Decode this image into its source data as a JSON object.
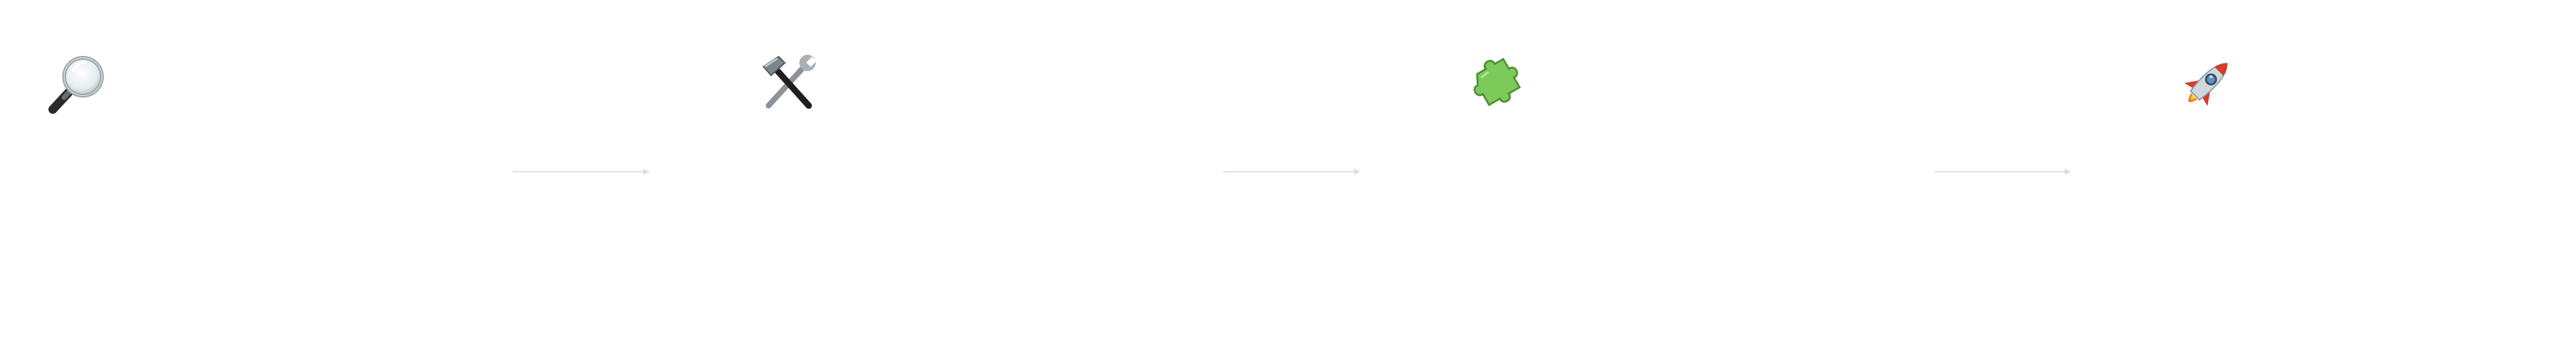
{
  "steps": [
    {
      "id": 1,
      "icon": "magnifying-glass-icon"
    },
    {
      "id": 2,
      "icon": "hammer-and-wrench-icon"
    },
    {
      "id": 3,
      "icon": "puzzle-piece-icon"
    },
    {
      "id": 4,
      "icon": "rocket-icon"
    }
  ],
  "connectors": [
    {
      "from": 1,
      "to": 2
    },
    {
      "from": 2,
      "to": 3
    },
    {
      "from": 3,
      "to": 4
    }
  ],
  "colors": {
    "background": "#ffffff",
    "connector": "#dddddd",
    "puzzle": "#7ccb5a",
    "rocket_body": "#cfd6dc",
    "rocket_flame": "#f07a1a"
  }
}
